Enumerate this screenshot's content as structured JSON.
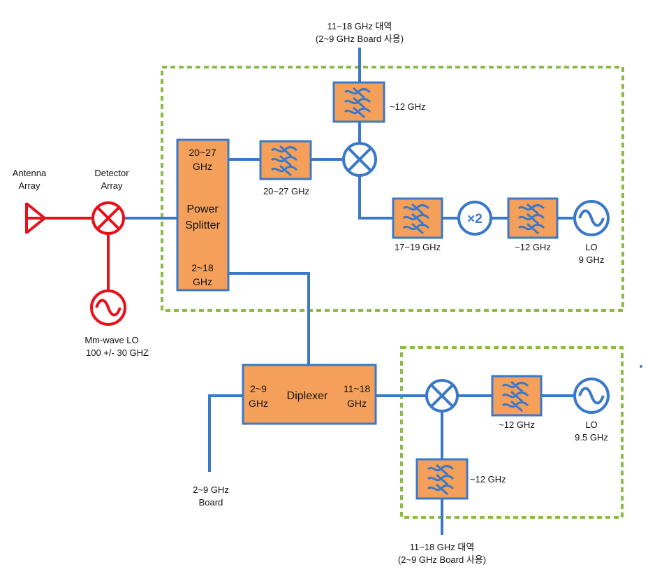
{
  "colors": {
    "line": "#3a78c8",
    "input_line": "#e8101a",
    "block_fill": "#f5a05a",
    "block_stroke": "#3a78c8",
    "dash_box": "#8cba46"
  },
  "labels": {
    "top_band_1": "11~18 GHz 대역",
    "top_band_2": "(2~9 GHz Board 사용)",
    "top_filter": "~12 GHz",
    "antenna_1": "Antenna",
    "antenna_2": "Array",
    "detector_1": "Detector",
    "detector_2": "Array",
    "mmwave_1": "Mm-wave LO",
    "mmwave_2": "100 +/- 30 GHZ",
    "filter_2027": "20~27 GHz",
    "filter_1719": "17~19 GHz",
    "filter_12a": "~12 GHz",
    "lo1_1": "LO",
    "lo1_2": "9 GHz",
    "lo2_1": "LO",
    "lo2_2": "9.5 GHz",
    "filter_12b": "~12 GHz",
    "filter_12c": "~12 GHz",
    "board_1": "2~9 GHz",
    "board_2": "Board",
    "bot_band_1": "11~18 GHz 대역",
    "bot_band_2": "(2~9 GHz Board 사용)"
  },
  "splitter": {
    "port_top_1": "20~27",
    "port_top_2": "GHz",
    "name_1": "Power",
    "name_2": "Splitter",
    "port_bot_1": "2~18",
    "port_bot_2": "GHz"
  },
  "diplexer": {
    "name": "Diplexer",
    "left_1": "2~9",
    "left_2": "GHz",
    "right_1": "11~18",
    "right_2": "GHz"
  },
  "multiplier": {
    "label": "×2"
  }
}
